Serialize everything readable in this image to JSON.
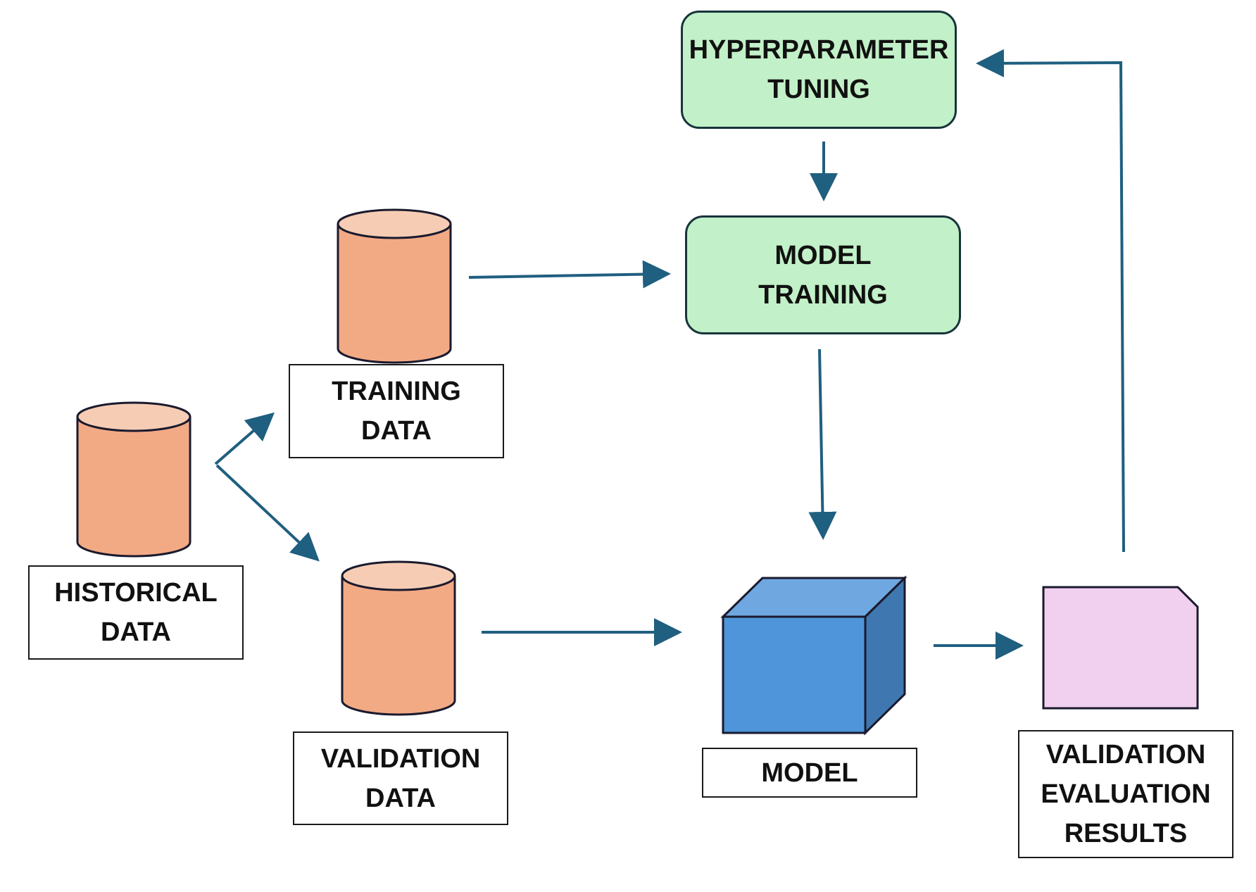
{
  "nodes": {
    "historical_data": {
      "label": "HISTORICAL\nDATA"
    },
    "training_data": {
      "label": "TRAINING\nDATA"
    },
    "validation_data": {
      "label": "VALIDATION\nDATA"
    },
    "hyperparameter_tuning": {
      "label": "HYPERPARAMETER\nTUNING"
    },
    "model_training": {
      "label": "MODEL\nTRAINING"
    },
    "model": {
      "label": "MODEL"
    },
    "validation_results": {
      "label": "VALIDATION\nEVALUATION\nRESULTS"
    }
  },
  "colors": {
    "cylinder_body": "#f2aa85",
    "cylinder_top": "#f6cdb4",
    "cylinder_stroke": "#1a1a2e",
    "process_fill": "#c2f0c8",
    "cube_front": "#4e95d9",
    "cube_top": "#6fa8e0",
    "cube_side": "#3f77b0",
    "document_fill": "#f1cfee",
    "arrow": "#1f5f7f"
  }
}
